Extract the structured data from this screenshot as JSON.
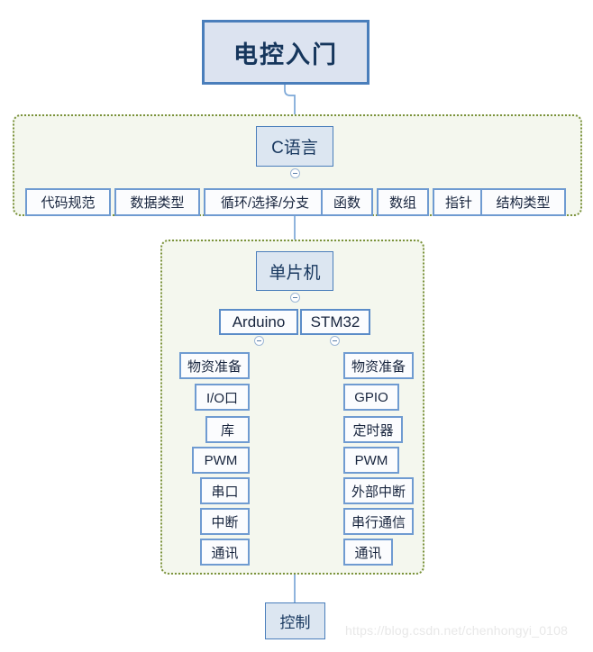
{
  "diagram": {
    "title_node": {
      "label": "电控入门"
    },
    "bottom_node": {
      "label": "控制"
    },
    "watermark": "https://blog.csdn.net/chenhongyi_0108",
    "colors": {
      "node_border_blue": "#4a7ebb",
      "node_fill_blue": "#dce6f1",
      "title_fill": "#dce3f0",
      "leaf_border": "#6f9bd1",
      "leaf_fill": "#fbfcfe",
      "group_border_olive": "#7a923a",
      "group_fill": "#f4f7ee",
      "text_navy": "#17375e",
      "connector_blue": "#7ba7d7",
      "watermark_gray": "#e8e8e8"
    },
    "groups": [
      {
        "id": "c-language-group",
        "root": {
          "label": "C语言"
        },
        "children": [
          {
            "label": "代码规范"
          },
          {
            "label": "数据类型"
          },
          {
            "label": "循环/选择/分支"
          },
          {
            "label": "函数"
          },
          {
            "label": "数组"
          },
          {
            "label": "指针"
          },
          {
            "label": "结构类型"
          }
        ]
      },
      {
        "id": "mcu-group",
        "root": {
          "label": "单片机"
        },
        "branches": [
          {
            "id": "arduino-branch",
            "label": "Arduino",
            "children": [
              {
                "label": "物资准备"
              },
              {
                "label": "I/O口"
              },
              {
                "label": "库"
              },
              {
                "label": "PWM"
              },
              {
                "label": "串口"
              },
              {
                "label": "中断"
              },
              {
                "label": "通讯"
              }
            ]
          },
          {
            "id": "stm32-branch",
            "label": "STM32",
            "children": [
              {
                "label": "物资准备"
              },
              {
                "label": "GPIO"
              },
              {
                "label": "定时器"
              },
              {
                "label": "PWM"
              },
              {
                "label": "外部中断"
              },
              {
                "label": "串行通信"
              },
              {
                "label": "通讯"
              }
            ]
          }
        ]
      }
    ]
  }
}
